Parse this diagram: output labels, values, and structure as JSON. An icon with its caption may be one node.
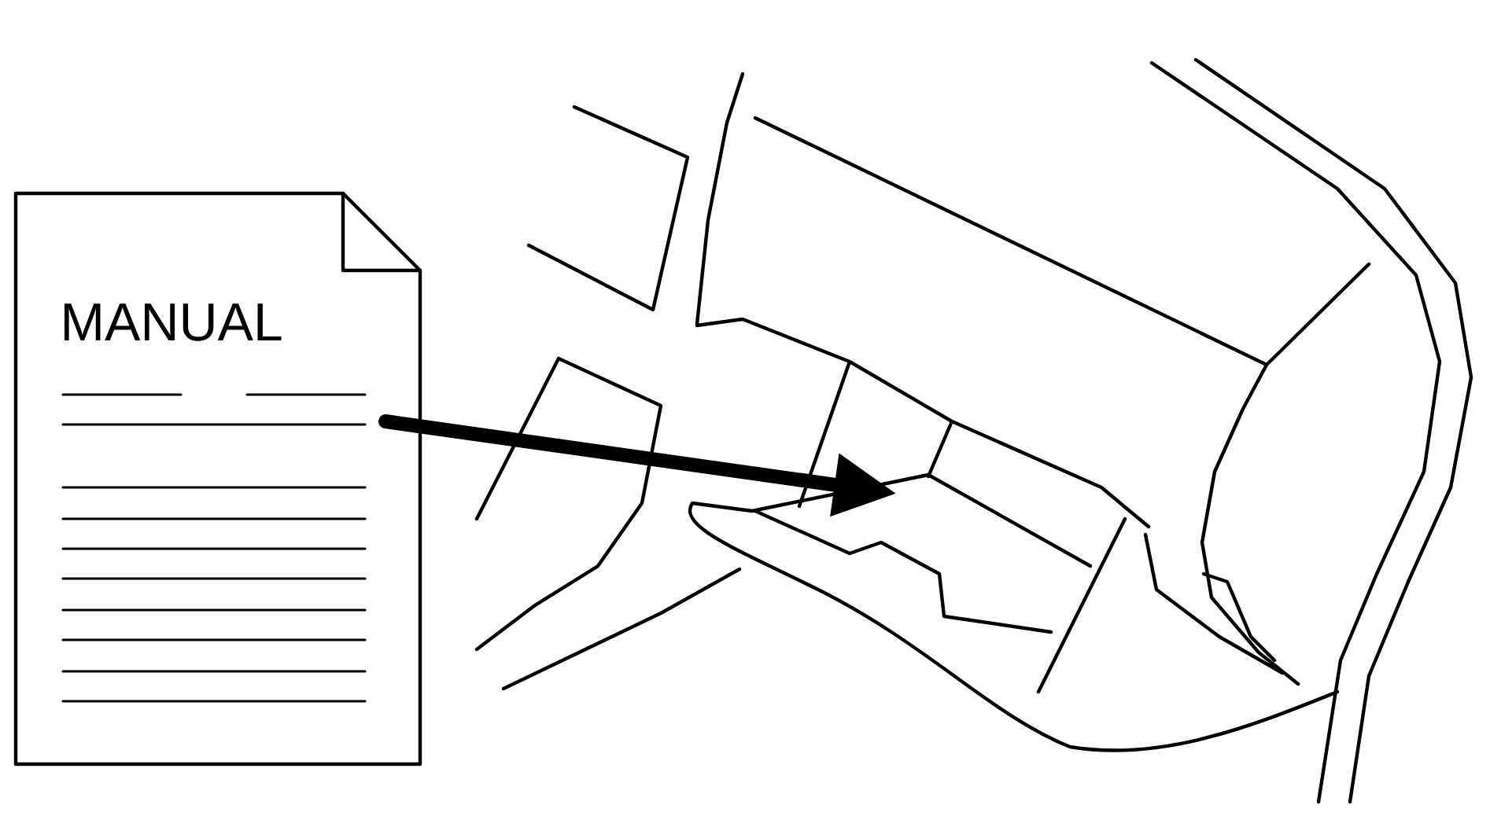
{
  "diagram": {
    "nodes": [
      {
        "text": [
          "MANUAL"
        ]
      },
      {
        "text": [],
        "shape": "box"
      }
    ],
    "edges": [
      {
        "from": 0,
        "to": 1,
        "arrow": "to"
      }
    ]
  }
}
